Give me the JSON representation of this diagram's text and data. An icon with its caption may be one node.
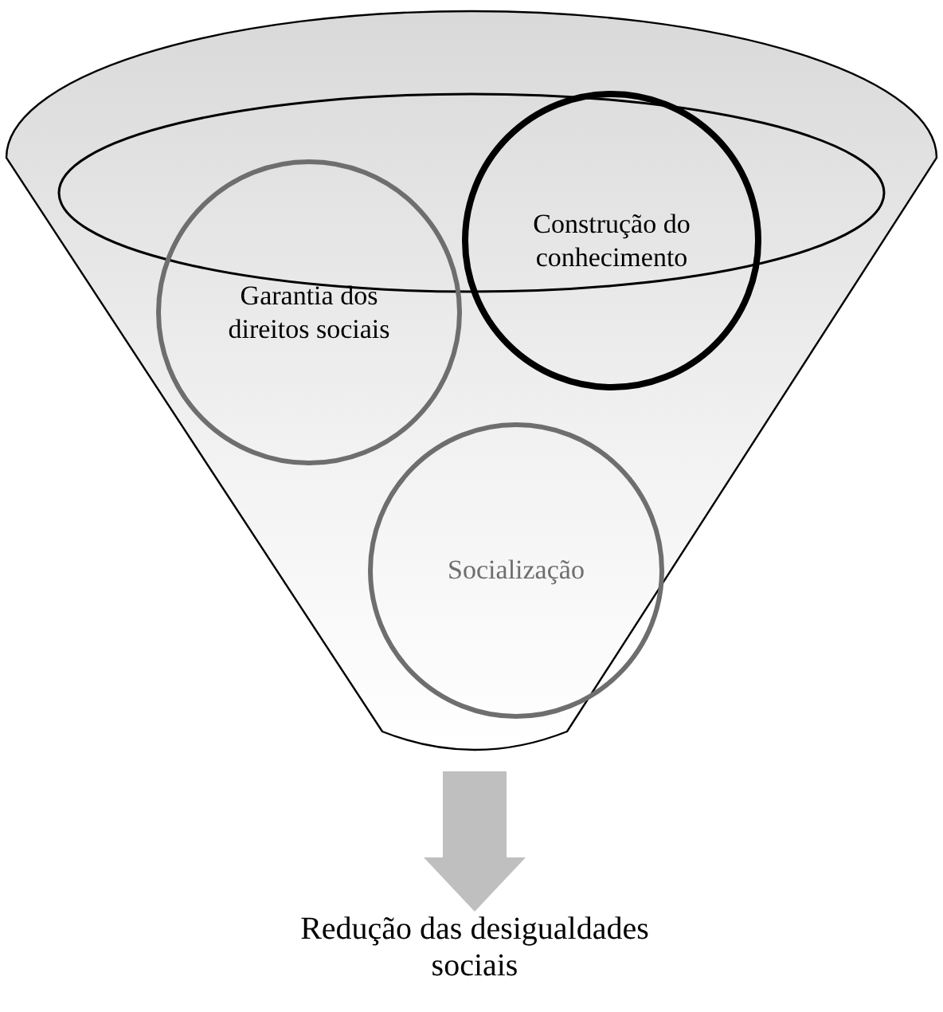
{
  "diagram": {
    "nodes": [
      {
        "text": [],
        "shape": "funnel"
      },
      {
        "text": [
          "Garantia dos direitos sociais"
        ],
        "in": 0
      },
      {
        "text": [
          "Construção do conhecimento"
        ],
        "in": 0
      },
      {
        "text": [
          "Socialização"
        ],
        "in": 0
      },
      {
        "text": [
          "Redução das desigualdades sociais"
        ]
      }
    ],
    "edges": [
      {
        "from": 0,
        "to": 4,
        "arrow": "to",
        "style": "thick"
      }
    ]
  }
}
